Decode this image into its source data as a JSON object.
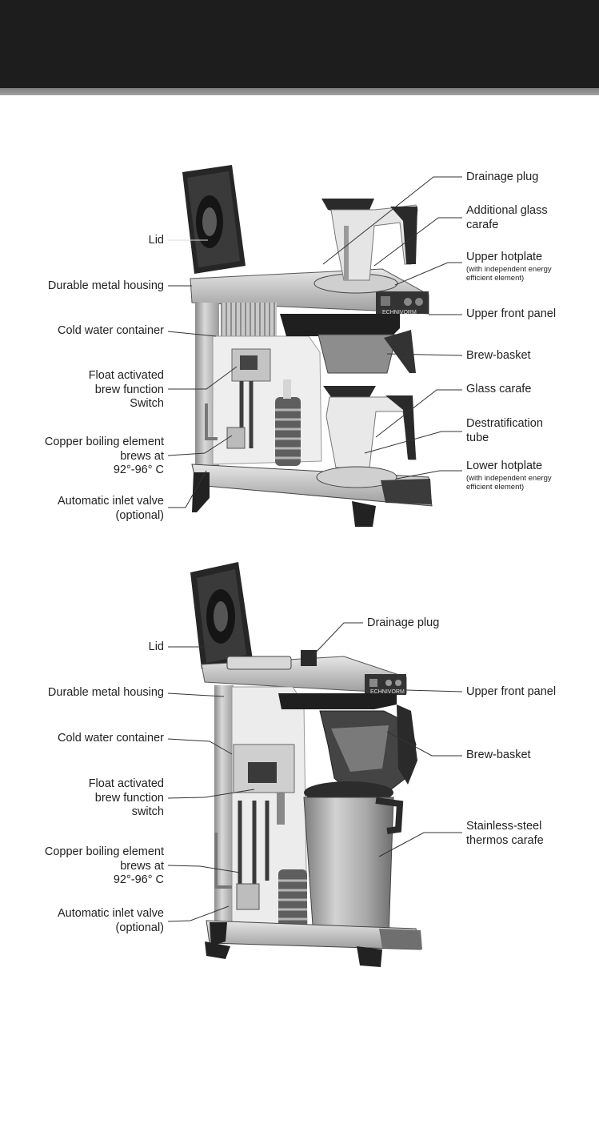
{
  "diagram_top": {
    "left_labels": {
      "lid": "Lid",
      "housing": "Durable metal housing",
      "cold_water": "Cold water container",
      "float_l1": "Float activated",
      "float_l2": "brew function",
      "float_l3": "Switch",
      "boil_l1": "Copper boiling element",
      "boil_l2": "brews at",
      "boil_l3": "92°-96° C",
      "inlet_l1": "Automatic inlet valve",
      "inlet_l2": "(optional)"
    },
    "right_labels": {
      "drainage": "Drainage plug",
      "add_carafe_l1": "Additional glass",
      "add_carafe_l2": "carafe",
      "upper_hot": "Upper hotplate",
      "upper_hot_sub1": "(with independent energy",
      "upper_hot_sub2": "efficient element)",
      "front_panel": "Upper front panel",
      "basket": "Brew-basket",
      "glass_carafe": "Glass carafe",
      "destrat_l1": "Destratification",
      "destrat_l2": "tube",
      "lower_hot": "Lower hotplate",
      "lower_hot_sub1": "(with independent energy",
      "lower_hot_sub2": "efficient element)"
    }
  },
  "diagram_bottom": {
    "left_labels": {
      "lid": "Lid",
      "housing": "Durable metal housing",
      "cold_water": "Cold water container",
      "float_l1": "Float activated",
      "float_l2": "brew function",
      "float_l3": "switch",
      "boil_l1": "Copper boiling element",
      "boil_l2": "brews at",
      "boil_l3": "92°-96° C",
      "inlet_l1": "Automatic inlet valve",
      "inlet_l2": "(optional)"
    },
    "right_labels": {
      "drainage": "Drainage plug",
      "front_panel": "Upper front panel",
      "basket": "Brew-basket",
      "thermos_l1": "Stainless-steel",
      "thermos_l2": "thermos carafe"
    }
  },
  "colors": {
    "header": "#1d1d1d",
    "stripe": "#8f8f8f",
    "lid": "#2a2a2a",
    "housing": "#b8b8b8",
    "copper": "#6e6e6e"
  }
}
